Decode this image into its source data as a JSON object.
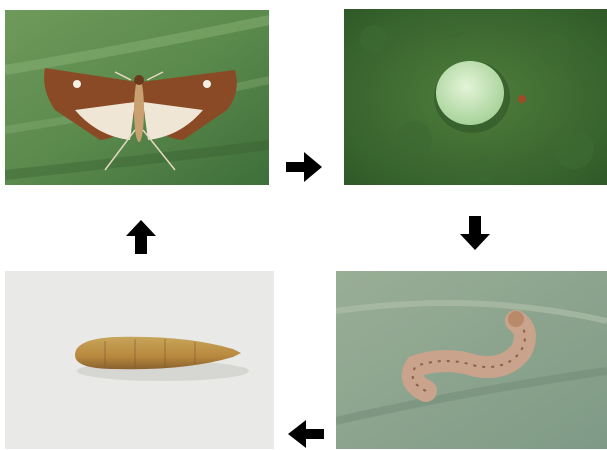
{
  "diagram": {
    "stages": [
      {
        "id": "adult",
        "icon": "moth-photo"
      },
      {
        "id": "egg",
        "icon": "egg-photo"
      },
      {
        "id": "larva",
        "icon": "larva-photo"
      },
      {
        "id": "pupa",
        "icon": "pupa-photo"
      }
    ],
    "arrows": [
      {
        "from": "adult",
        "to": "egg",
        "direction": "right"
      },
      {
        "from": "egg",
        "to": "larva",
        "direction": "down"
      },
      {
        "from": "larva",
        "to": "pupa",
        "direction": "left"
      },
      {
        "from": "pupa",
        "to": "adult",
        "direction": "up"
      }
    ],
    "colors": {
      "arrow": "#000000",
      "leaf_green": "#5c8a4a",
      "egg": "#c8e6b8",
      "pupa": "#b8893e",
      "larva": "#c9a38c"
    }
  }
}
